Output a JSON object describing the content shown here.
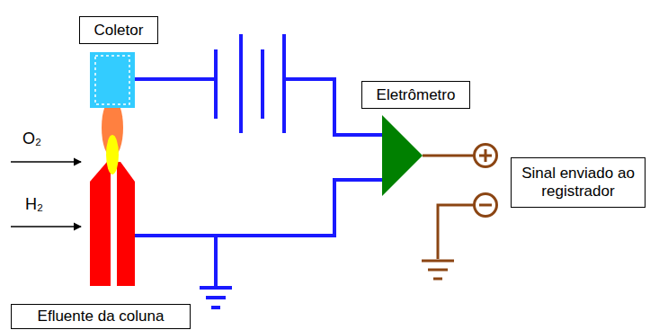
{
  "diagram": {
    "nodes": [
      {
        "text": [
          "Coletor"
        ]
      },
      {
        "text": [
          "Eletrômetro"
        ]
      },
      {
        "text": [
          "Sinal enviado ao registrador"
        ]
      },
      {
        "text": [
          "Efluente da coluna"
        ]
      }
    ],
    "labels": [
      "O₂",
      "H₂"
    ]
  }
}
